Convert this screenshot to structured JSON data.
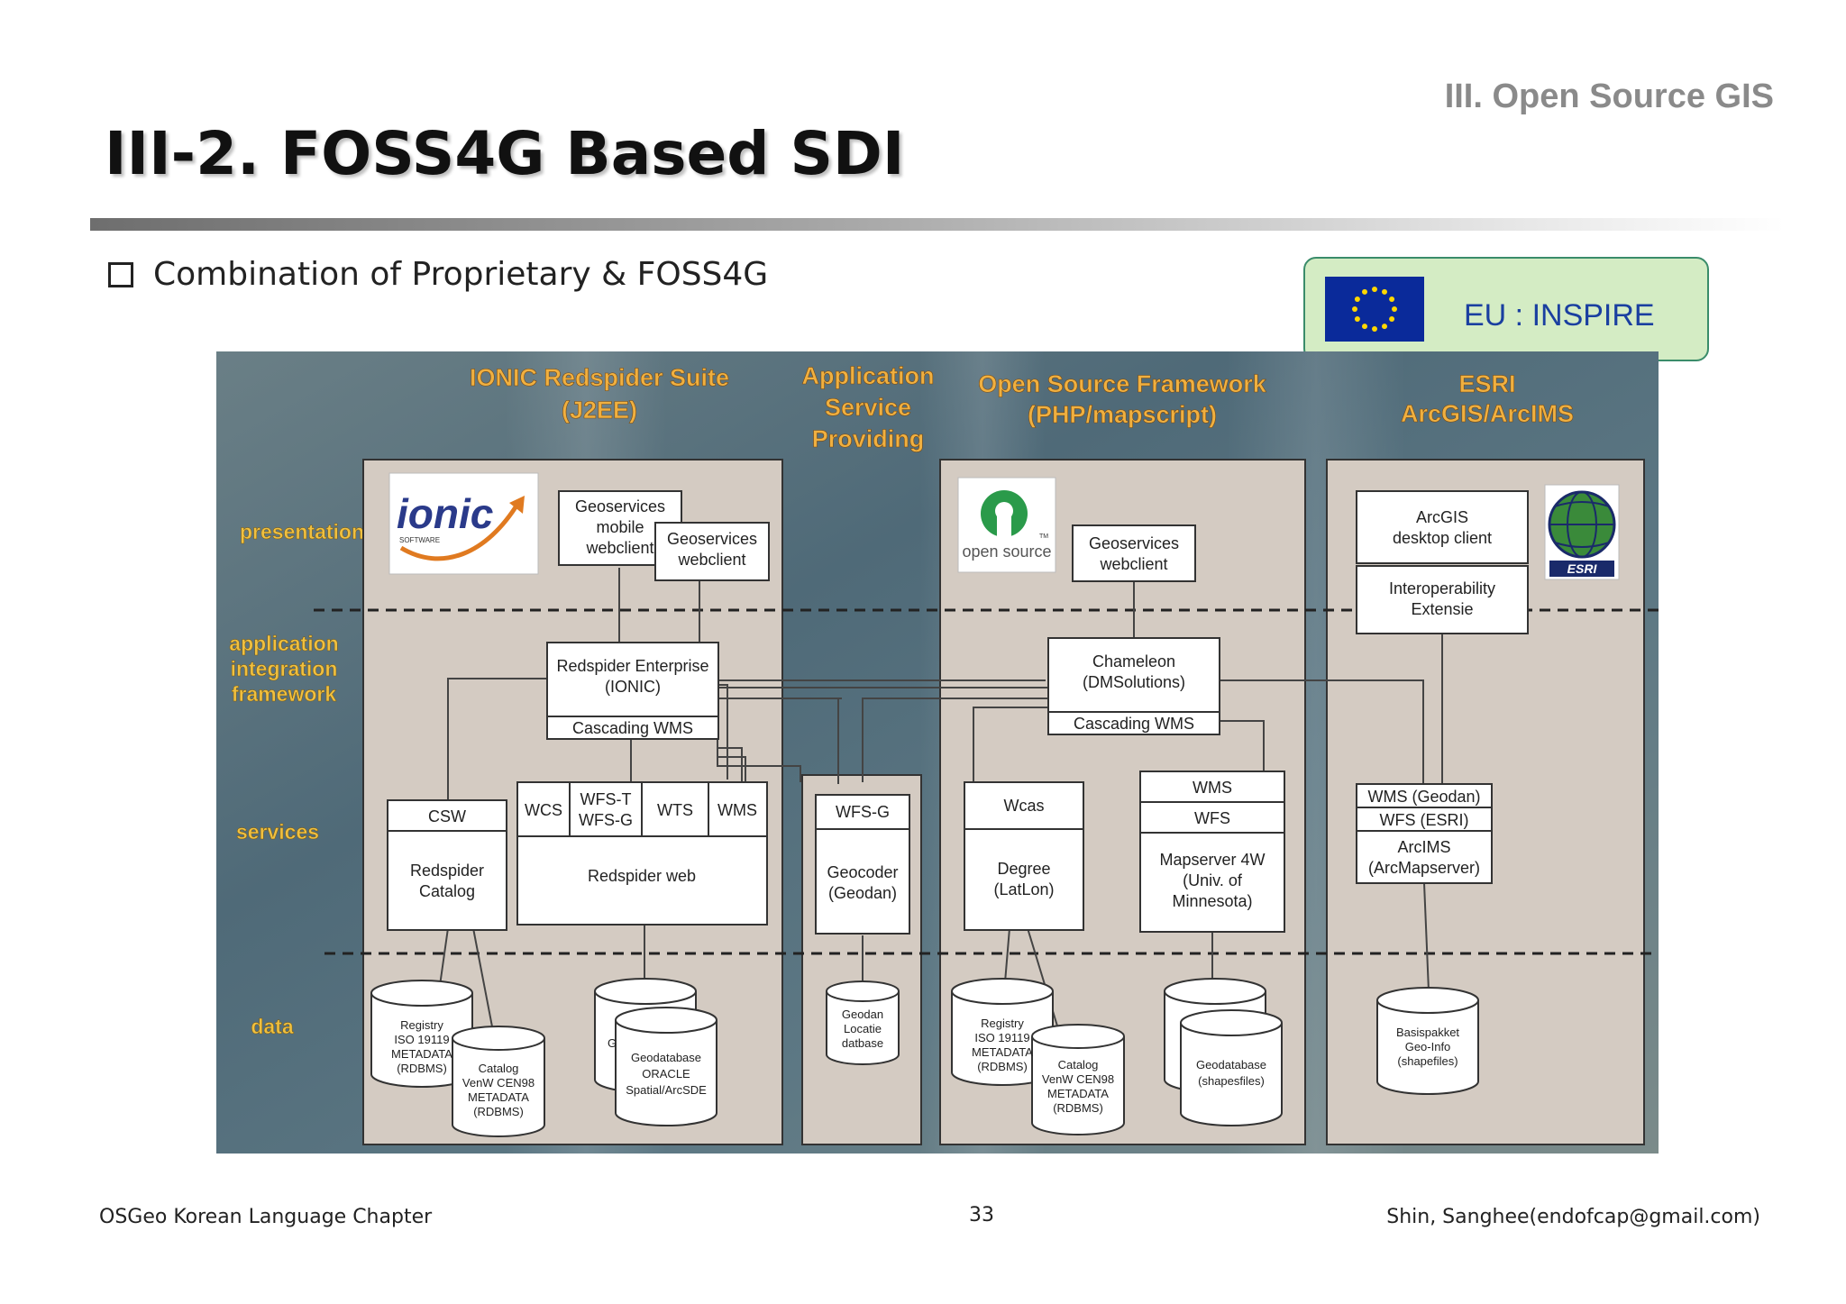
{
  "header": {
    "section": "III. Open Source GIS",
    "title": "III-2. FOSS4G Based SDI",
    "bullet": "Combination of Proprietary & FOSS4G"
  },
  "callout": {
    "text": "EU : INSPIRE",
    "flag_icon": "eu-flag-icon"
  },
  "diagram": {
    "columns": {
      "ionic": [
        "IONIC Redspider Suite",
        "(J2EE)"
      ],
      "asp": [
        "Application",
        "Service",
        "Providing"
      ],
      "osf": [
        "Open Source Framework",
        "(PHP/mapscript)"
      ],
      "esri": [
        "ESRI",
        "ArcGIS/ArcIMS"
      ]
    },
    "layers": {
      "presentation": "presentation",
      "application": [
        "application",
        "integration",
        "framework"
      ],
      "services": "services",
      "data": "data"
    },
    "logos": {
      "ionic_word": "ionic",
      "ionic_sub": "SOFTWARE",
      "opensource": "open source",
      "opensource_tm": "TM",
      "esri": "ESRI"
    },
    "boxes": {
      "geo_mobile": [
        "Geoservices",
        "mobile",
        "webclient"
      ],
      "geo_web1": [
        "Geoservices",
        "webclient"
      ],
      "redspider_ent": [
        "Redspider Enterprise",
        "(IONIC)"
      ],
      "cascading1": "Cascading WMS",
      "csw": "CSW",
      "rs_catalog": [
        "Redspider",
        "Catalog"
      ],
      "wcs": "WCS",
      "wfs_tg": [
        "WFS-T",
        "WFS-G"
      ],
      "wts": "WTS",
      "wms1": "WMS",
      "rs_web": "Redspider web",
      "wfs_g": "WFS-G",
      "geocoder": [
        "Geocoder",
        "(Geodan)"
      ],
      "geo_web2": [
        "Geoservices",
        "webclient"
      ],
      "chameleon": [
        "Chameleon",
        "(DMSolutions)"
      ],
      "cascading2": "Cascading WMS",
      "wcas": "Wcas",
      "degree": [
        "Degree",
        "(LatLon)"
      ],
      "wms2": "WMS",
      "wfs2": "WFS",
      "mapserver": [
        "Mapserver 4W",
        "(Univ. of",
        "Minnesota)"
      ],
      "arcgis_client": [
        "ArcGIS",
        "desktop client"
      ],
      "interop": [
        "Interoperability",
        "Extensie"
      ],
      "wms_geodan": "WMS (Geodan)",
      "wfs_esri": "WFS (ESRI)",
      "arcims": [
        "ArcIMS",
        "(ArcMapserver)"
      ]
    },
    "databases": {
      "registry1": [
        "Registry",
        "ISO 19119",
        "METADATA",
        "(RDBMS)"
      ],
      "catalog1": [
        "Catalog",
        "VenW CEN98",
        "METADATA",
        "(RDBMS)"
      ],
      "geodb1_back": "G",
      "geodb1": [
        "Geodatabase",
        "ORACLE",
        "Spatial/ArcSDE"
      ],
      "geodan_db": [
        "Geodan",
        "Locatie",
        "datbase"
      ],
      "registry2": [
        "Registry",
        "ISO 19119",
        "METADATA",
        "(RDBMS)"
      ],
      "catalog2": [
        "Catalog",
        "VenW CEN98",
        "METADATA",
        "(RDBMS)"
      ],
      "geodb2": [
        "Geodatabase",
        "(shapesfiles)"
      ],
      "basispakket": [
        "Basispakket",
        "Geo-Info",
        "(shapefiles)"
      ]
    }
  },
  "footer": {
    "left": "OSGeo Korean Language Chapter",
    "page": "33",
    "right": "Shin, Sanghee(endofcap@gmail.com)"
  },
  "colors": {
    "column_title": "#f0b040",
    "layer_label": "#f0c040",
    "panel": "#d4cbc2",
    "bg": "#5e7684",
    "callout_bg": "#d4ecc4",
    "callout_text": "#1a3fa0"
  }
}
